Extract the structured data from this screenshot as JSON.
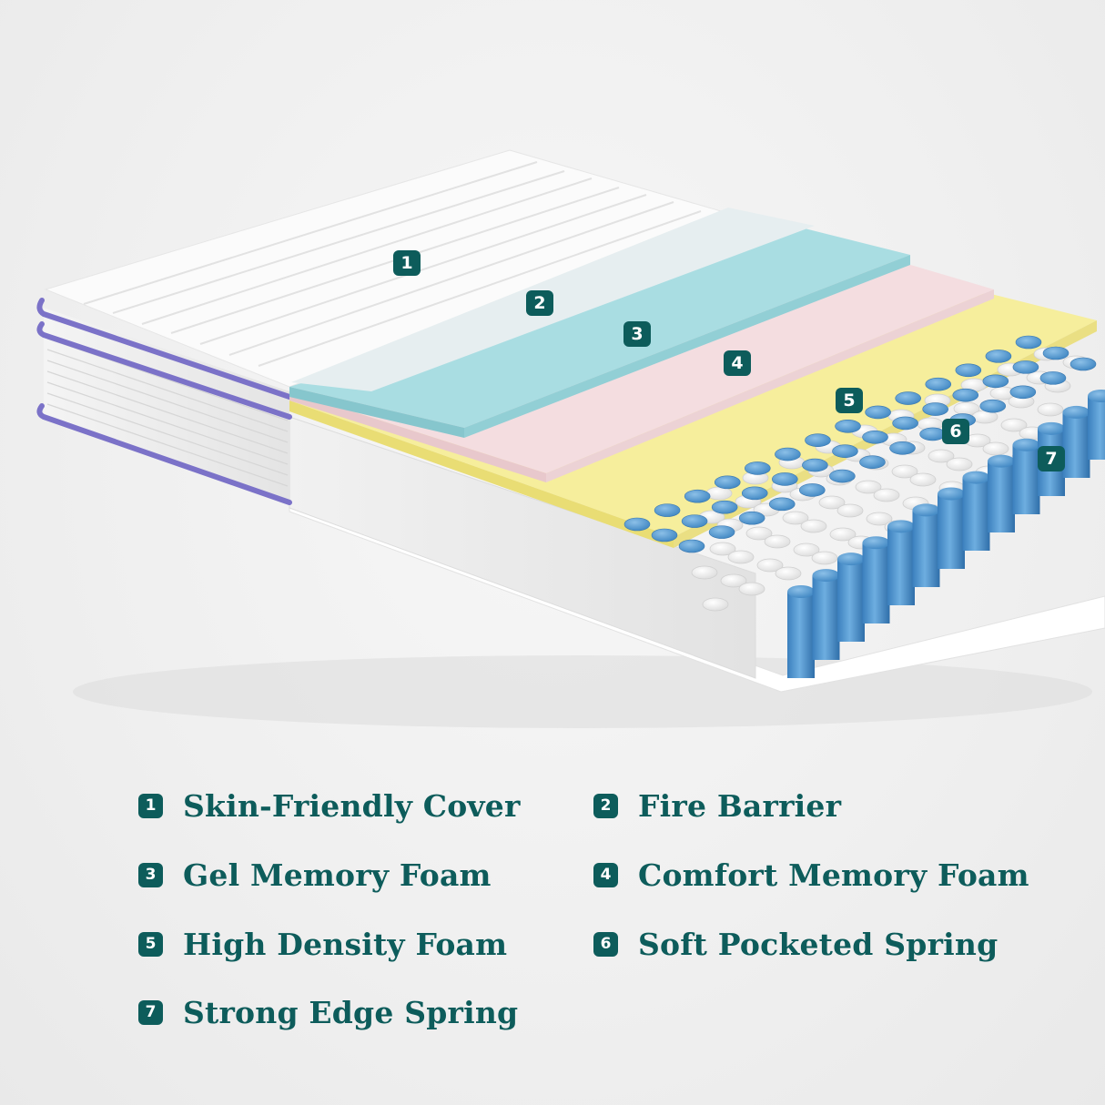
{
  "colors": {
    "accent": "#0d5c5b",
    "cover": "#fbfbfb",
    "piping": "#7b72c8",
    "fire_barrier": "#e6eef0",
    "gel_memory_foam": "#a9dde2",
    "comfort_memory_foam": "#f4dde0",
    "high_density_foam": "#f6ee9c",
    "soft_pocketed_spring": "#ffffff",
    "strong_edge_spring": "#4a90c8"
  },
  "markers": [
    {
      "number": "1",
      "layer": "Skin-Friendly Cover"
    },
    {
      "number": "2",
      "layer": "Fire Barrier"
    },
    {
      "number": "3",
      "layer": "Gel Memory Foam"
    },
    {
      "number": "4",
      "layer": "Comfort Memory Foam"
    },
    {
      "number": "5",
      "layer": "High Density Foam"
    },
    {
      "number": "6",
      "layer": "Soft Pocketed Spring"
    },
    {
      "number": "7",
      "layer": "Strong Edge Spring"
    }
  ],
  "legend": [
    {
      "number": "1",
      "label": "Skin-Friendly Cover"
    },
    {
      "number": "2",
      "label": "Fire Barrier"
    },
    {
      "number": "3",
      "label": "Gel Memory Foam"
    },
    {
      "number": "4",
      "label": "Comfort Memory Foam"
    },
    {
      "number": "5",
      "label": "High Density Foam"
    },
    {
      "number": "6",
      "label": "Soft Pocketed Spring"
    },
    {
      "number": "7",
      "label": "Strong Edge Spring"
    }
  ]
}
